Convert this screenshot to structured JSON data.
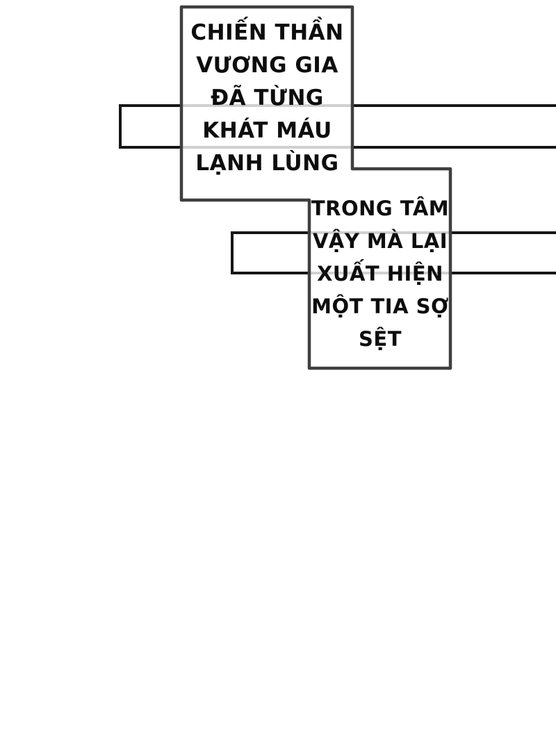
{
  "page": {
    "type": "manga-caption-panel",
    "background_color": "#ffffff"
  },
  "colors": {
    "band_stroke": "#161616",
    "bubble_stroke": "#3f3f3f",
    "text_color": "#0d0d0d"
  },
  "bubbles": [
    {
      "id": "caption-box-1",
      "lines": [
        "CHIẾN THẦN",
        "VƯƠNG GIA",
        "ĐÃ TỪNG",
        "KHÁT MÁU",
        "LẠNH LÙNG"
      ]
    },
    {
      "id": "caption-box-2",
      "lines": [
        "TRONG TÂM",
        "VẬY MÀ LẠI",
        "XUẤT HIỆN",
        "MỘT TIA SỢ",
        "SỆT"
      ]
    }
  ]
}
